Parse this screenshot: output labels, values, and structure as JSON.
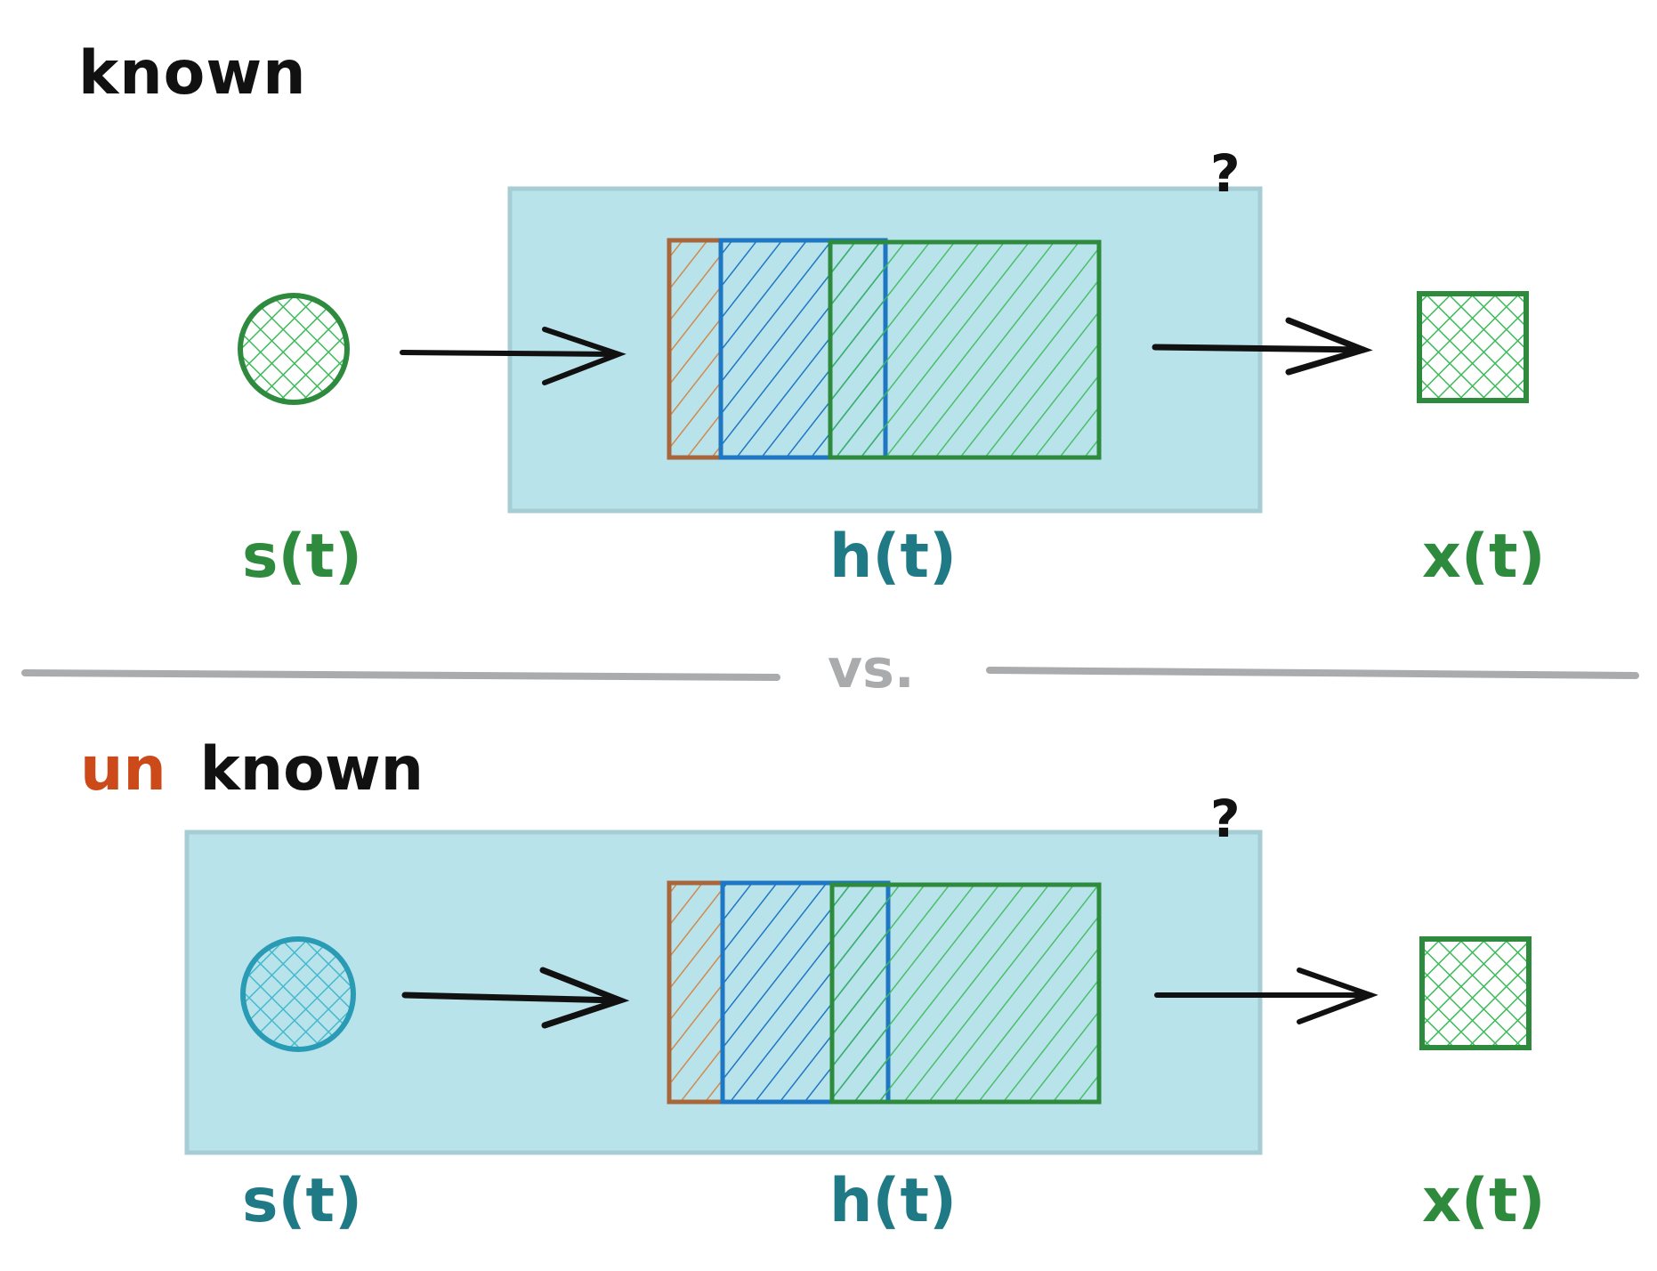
{
  "top_panel": {
    "heading": "known",
    "question_mark": "?",
    "input_label": "s(t)",
    "system_label": "h(t)",
    "output_label": "x(t)"
  },
  "divider": {
    "label": "vs."
  },
  "bottom_panel": {
    "heading_prefix": "un",
    "heading_suffix": "known",
    "question_mark": "?",
    "input_label": "s(t)",
    "system_label": "h(t)",
    "output_label": "x(t)"
  },
  "colors": {
    "ink": "#111111",
    "known_green": "#2e8b3e",
    "hatch_green": "#3dbb5a",
    "teal_text": "#1f7a86",
    "box_fill": "#b9e3ea",
    "box_border": "#a6ccd4",
    "brown": "#a8663a",
    "blue": "#1f77c4",
    "orange_red": "#cc4a1a",
    "gray": "#a9abad",
    "input_teal": "#2a9bb5",
    "input_teal_fill": "#45b9cf"
  }
}
